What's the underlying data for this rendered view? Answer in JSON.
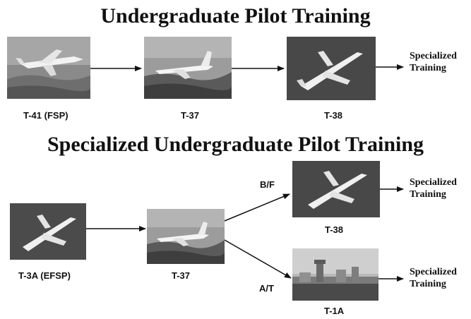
{
  "titles": {
    "upt": "Undergraduate Pilot Training",
    "supt": "Specialized Undergraduate Pilot Training"
  },
  "upt": {
    "stage1": "T-41 (FSP)",
    "stage2": "T-37",
    "stage3": "T-38",
    "outcome_line1": "Specialized",
    "outcome_line2": "Training"
  },
  "supt": {
    "stage1": "T-3A (EFSP)",
    "stage2": "T-37",
    "track_bf": "B/F",
    "track_at": "A/T",
    "stage3_bf": "T-38",
    "stage3_at": "T-1A",
    "outcome_bf_line1": "Specialized",
    "outcome_bf_line2": "Training",
    "outcome_at_line1": "Specialized",
    "outcome_at_line2": "Training"
  }
}
